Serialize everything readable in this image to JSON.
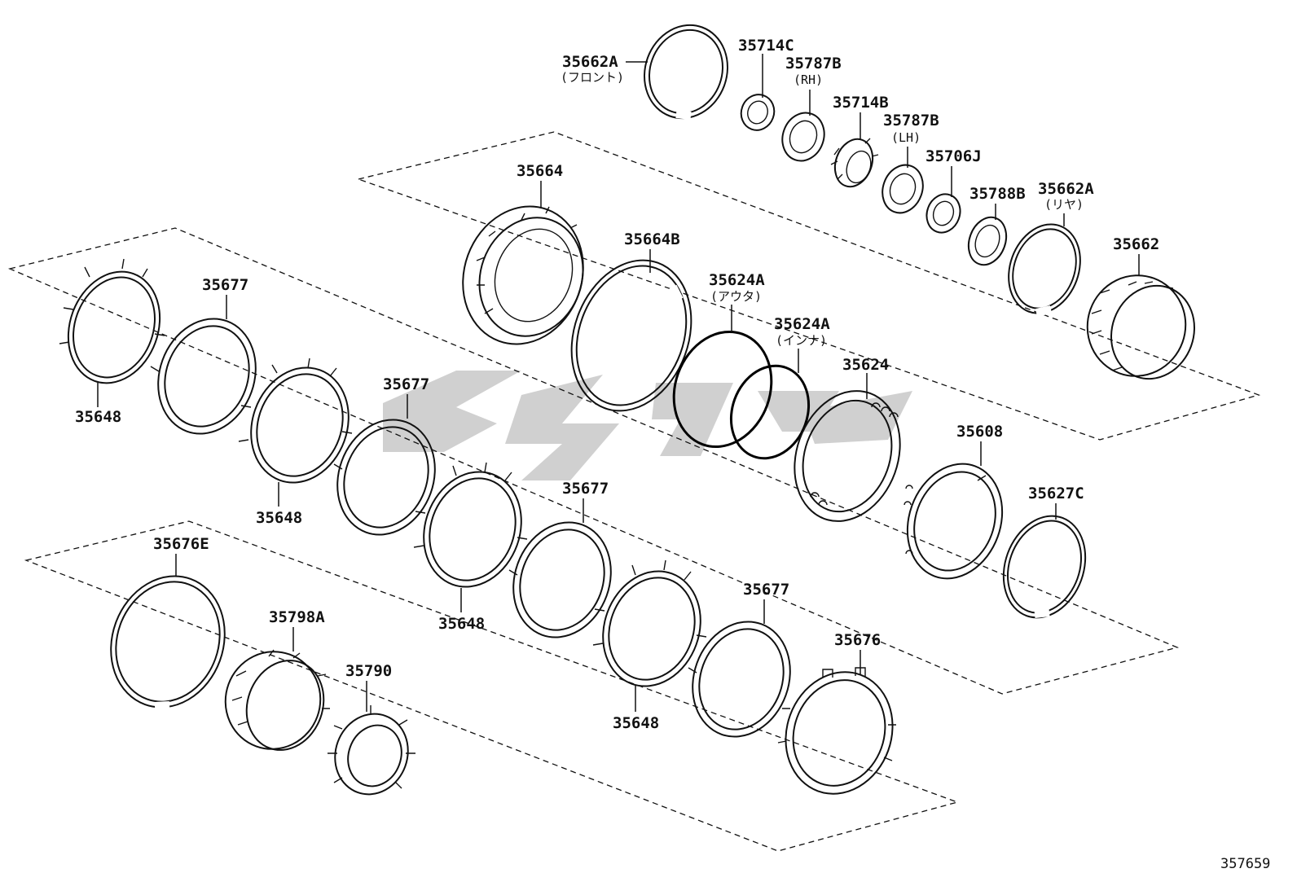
{
  "labels": {
    "l35662A_front": "35662A",
    "l35662A_front_sub": "(フロント)",
    "l35714C": "35714C",
    "l35787B_rh": "35787B",
    "l35787B_rh_sub": "(RH)",
    "l35714B": "35714B",
    "l35787B_lh": "35787B",
    "l35787B_lh_sub": "(LH)",
    "l35706J": "35706J",
    "l35788B": "35788B",
    "l35662A_rear": "35662A",
    "l35662A_rear_sub": "(リヤ)",
    "l35662": "35662",
    "l35664": "35664",
    "l35664B": "35664B",
    "l35624A_outer": "35624A",
    "l35624A_outer_sub": "(アウタ)",
    "l35624A_inner": "35624A",
    "l35624A_inner_sub": "(インナ)",
    "l35624": "35624",
    "l35608": "35608",
    "l35627C": "35627C",
    "l35677_a": "35677",
    "l35677_b": "35677",
    "l35677_c": "35677",
    "l35677_d": "35677",
    "l35648_a": "35648",
    "l35648_b": "35648",
    "l35648_c": "35648",
    "l35648_d": "35648",
    "l35676E": "35676E",
    "l35798A": "35798A",
    "l35790": "35790",
    "l35676": "35676"
  },
  "figure_code": "357659",
  "colors": {
    "line": "#111111",
    "watermark": "#c8c8c8",
    "background": "#ffffff"
  }
}
